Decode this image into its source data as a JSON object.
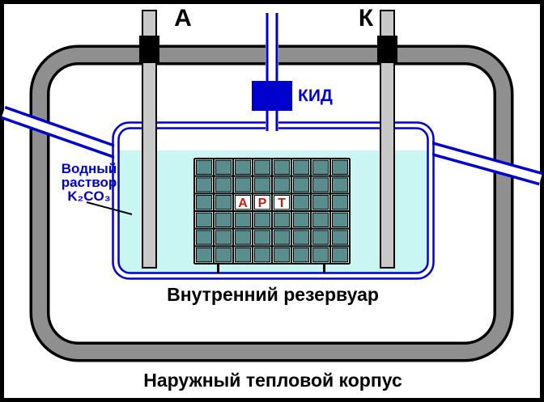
{
  "colors": {
    "blue": "#0000cc",
    "liquid": "#c9f5f3",
    "housing_gray": "#8f8f8f",
    "electrode_gray": "#c8c8c8",
    "cell_teal": "#5a8e8e",
    "red": "#bb2211"
  },
  "labels": {
    "anode": "А",
    "cathode": "К",
    "kid": "КИД",
    "solution_line1": "Водный",
    "solution_line2": "раствор",
    "solution_line3": "K₂CO₃",
    "art_letters": [
      "А",
      "Р",
      "Т"
    ],
    "inner_reservoir": "Внутренний резервуар",
    "outer_housing": "Наружный тепловой корпус"
  }
}
